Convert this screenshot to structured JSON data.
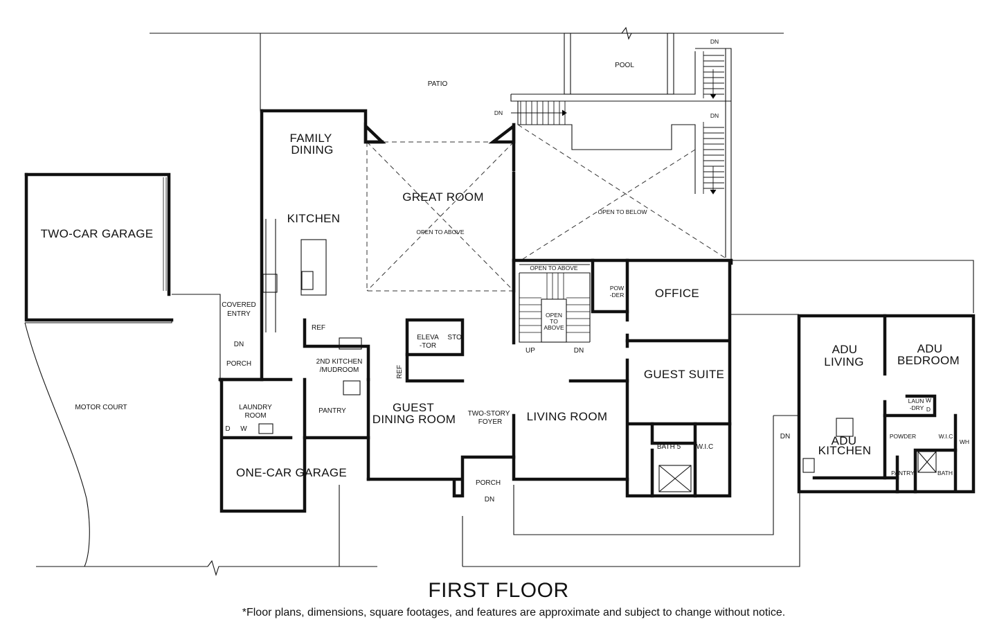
{
  "floor_title": "FIRST FLOOR",
  "disclaimer": "*Floor plans, dimensions, square footages, and features are approximate and subject to change without notice.",
  "rooms": {
    "pool": "POOL",
    "patio": "PATIO",
    "family_dining_1": "FAMILY",
    "family_dining_2": "DINING",
    "kitchen": "KITCHEN",
    "great_room": "GREAT ROOM",
    "open_to_above_great": "OPEN TO ABOVE",
    "open_to_below": "OPEN TO BELOW",
    "two_car_garage": "TWO-CAR GARAGE",
    "covered_entry_1": "COVERED",
    "covered_entry_2": "ENTRY",
    "porch_left": "PORCH",
    "ref_1": "REF",
    "ref_2": "REF",
    "second_kitchen_1": "2ND KITCHEN",
    "second_kitchen_2": "/MUDROOM",
    "elevator_1": "ELEVA",
    "elevator_2": "-TOR",
    "storage": "STO.",
    "open_to_above_stair": "OPEN TO ABOVE",
    "stair_open_1": "OPEN",
    "stair_open_2": "TO",
    "stair_open_3": "ABOVE",
    "up": "UP",
    "dn_stair": "DN",
    "powder_1": "POW",
    "powder_2": "-DER",
    "office": "OFFICE",
    "guest_suite": "GUEST SUITE",
    "motor_court": "MOTOR COURT",
    "laundry_1": "LAUNDRY",
    "laundry_2": "ROOM",
    "laundry_d": "D",
    "laundry_w": "W",
    "pantry": "PANTRY",
    "guest_dining_1": "GUEST",
    "guest_dining_2": "DINING ROOM",
    "foyer_1": "TWO-STORY",
    "foyer_2": "FOYER",
    "living_room": "LIVING ROOM",
    "bath5": "BATH 5",
    "wic": "W.I.C",
    "one_car_garage": "ONE-CAR GARAGE",
    "porch_front": "PORCH",
    "adu_living_1": "ADU",
    "adu_living_2": "LIVING",
    "adu_bedroom_1": "ADU",
    "adu_bedroom_2": "BEDROOM",
    "adu_laundry_1": "LAUN",
    "adu_laundry_2": "-DRY",
    "adu_w": "W",
    "adu_d": "D",
    "adu_powder": "POWDER",
    "adu_wic": "W.I.C",
    "adu_wh": "WH",
    "adu_kitchen_1": "ADU",
    "adu_kitchen_2": "KITCHEN",
    "adu_pantry": "PANTRY",
    "adu_bath": "BATH",
    "dn_pool": "DN",
    "dn_deck": "DN",
    "dn_right_stair": "DN",
    "dn_entry": "DN",
    "dn_porch": "DN",
    "dn_adu": "DN"
  }
}
